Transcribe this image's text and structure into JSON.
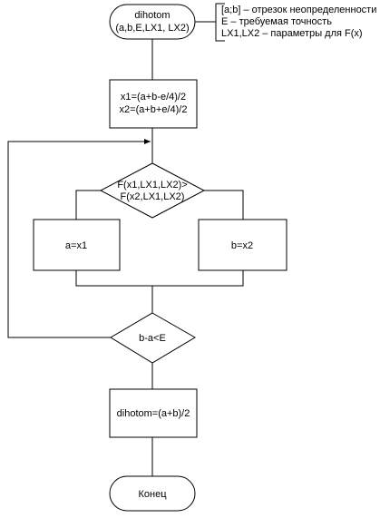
{
  "diagram": {
    "start": {
      "line1": "dihotom",
      "line2": "(a,b,E,LX1, LX2)"
    },
    "comment": {
      "line1": "[a;b] – отрезок неопределенности",
      "line2": "E – требуемая точность",
      "line3": "LX1,LX2 – параметры для F(x)"
    },
    "init": {
      "line1": "x1=(a+b-e/4)/2",
      "line2": "x2=(a+b+e/4)/2"
    },
    "compare": {
      "line1": "F(x1,LX1,LX2)>",
      "line2": "F(x2,LX1,LX2)"
    },
    "assign_a": "a=x1",
    "assign_b": "b=x2",
    "check": "b-a<E",
    "result": "dihotom=(a+b)/2",
    "end": "Конец"
  }
}
